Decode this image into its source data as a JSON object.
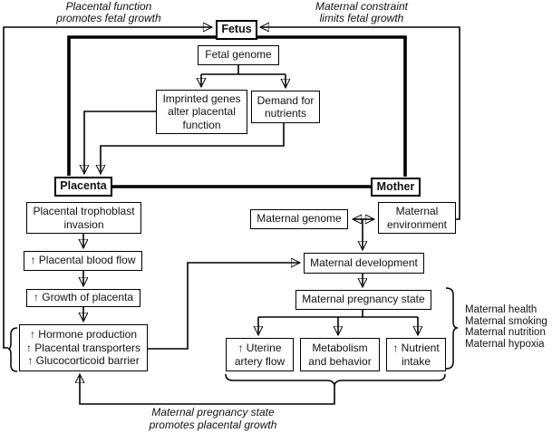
{
  "annotations": {
    "top_left": "Placental function\npromotes fetal growth",
    "top_right": "Maternal constraint\nlimits fetal growth",
    "bottom": "Maternal pregnancy state\npromotes placental growth",
    "maternal_factors": "Maternal health\nMaternal smoking\nMaternal nutrition\nMaternal hypoxia"
  },
  "nodes": {
    "fetus": "Fetus",
    "fetal_genome": "Fetal genome",
    "imprinted_genes": "Imprinted genes\nalter placental\nfunction",
    "demand_nutrients": "Demand for\nnutrients",
    "placenta": "Placenta",
    "mother": "Mother",
    "trophoblast_invasion": "Placental trophoblast\ninvasion",
    "blood_flow": "↑ Placental blood flow",
    "growth_placenta": "↑ Growth of placenta",
    "placental_outputs": "↑ Hormone production\n↑ Placental transporters\n↑ Glucocorticoid barrier",
    "maternal_genome": "Maternal genome",
    "maternal_environment": "Maternal\nenvironment",
    "maternal_development": "Maternal development",
    "maternal_pregnancy_state": "Maternal pregnancy state",
    "uterine_artery_flow": "↑ Uterine\nartery flow",
    "metabolism_behavior": "Metabolism\nand behavior",
    "nutrient_intake": "↑ Nutrient\nintake"
  },
  "colors": {
    "line": "#000000",
    "background": "#ffffff",
    "text": "#111111"
  }
}
